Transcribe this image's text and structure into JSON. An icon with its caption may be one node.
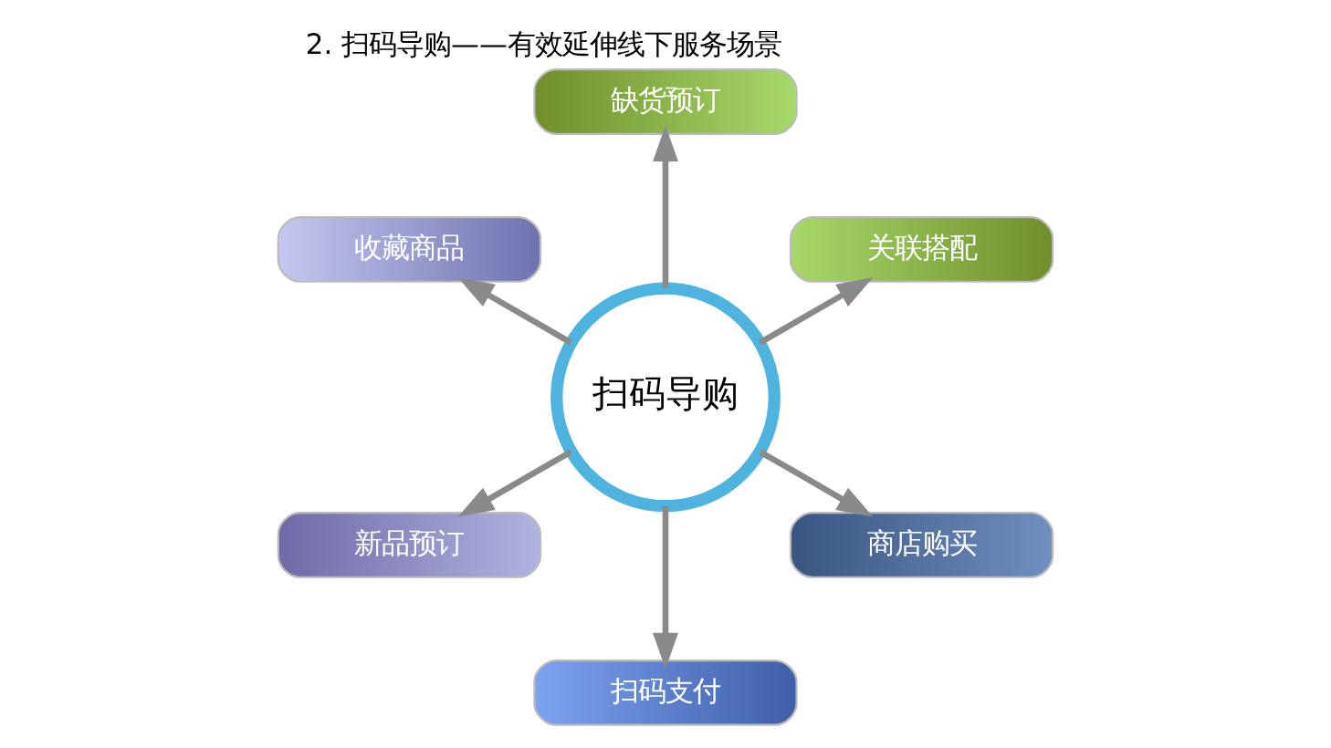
{
  "diagram": {
    "title": "2. 扫码导购——有效延伸线下服务场景",
    "nodes": [
      {
        "text": [
          "扫码导购"
        ]
      },
      {
        "text": [
          "关联搭配"
        ]
      },
      {
        "text": [
          "缺货预订"
        ]
      },
      {
        "text": [
          "收藏商品"
        ]
      },
      {
        "text": [
          "新品预订"
        ]
      },
      {
        "text": [
          "扫码支付"
        ]
      },
      {
        "text": [
          "商店购买"
        ]
      }
    ],
    "edges": [
      {
        "from": 0,
        "to": 1,
        "arrow": "to"
      },
      {
        "from": 0,
        "to": 2,
        "arrow": "to"
      },
      {
        "from": 0,
        "to": 3,
        "arrow": "to"
      },
      {
        "from": 0,
        "to": 4,
        "arrow": "to"
      },
      {
        "from": 0,
        "to": 5,
        "arrow": "to"
      },
      {
        "from": 0,
        "to": 6,
        "arrow": "to"
      }
    ]
  }
}
